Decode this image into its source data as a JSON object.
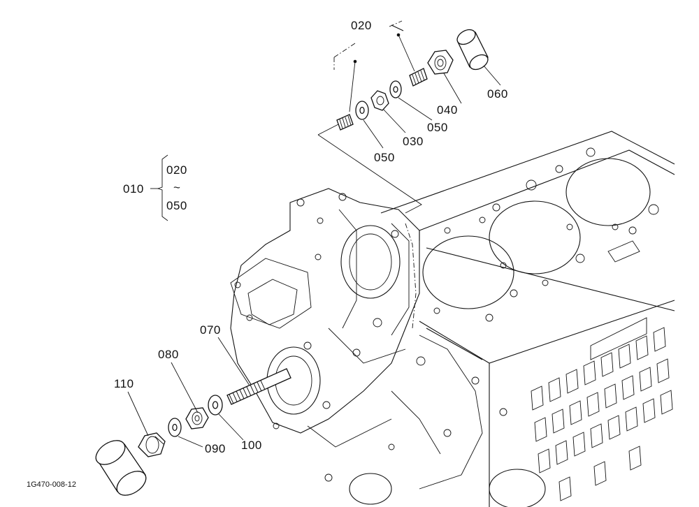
{
  "figure_code": "1G470-008-12",
  "group": {
    "label": "010",
    "range_start": "020",
    "range_sep": "~",
    "range_end": "050"
  },
  "parts": {
    "p020": "020",
    "p030": "030",
    "p040": "040",
    "p050a": "050",
    "p050b": "050",
    "p060": "060",
    "p070": "070",
    "p080": "080",
    "p090": "090",
    "p100": "100",
    "p110": "110"
  }
}
